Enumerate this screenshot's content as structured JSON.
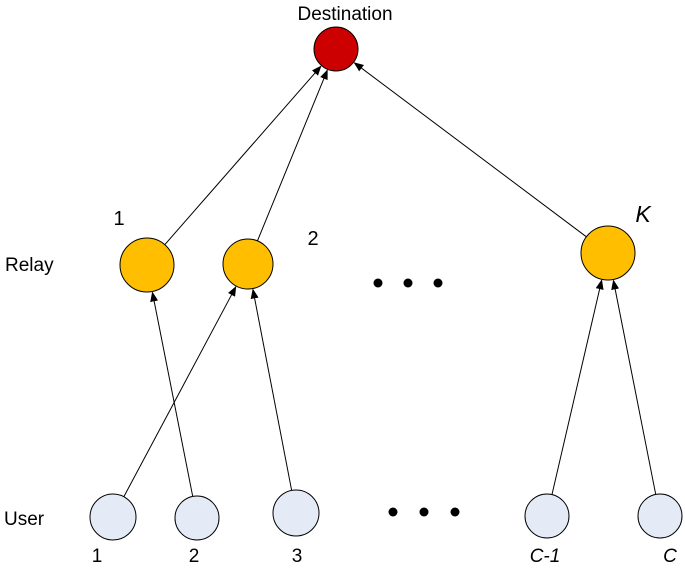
{
  "destination": {
    "label": "Destination",
    "color": "#cc0000"
  },
  "row_labels": {
    "relay": "Relay",
    "user": "User"
  },
  "relays": {
    "color": "#ffbf00",
    "items": [
      {
        "id": "r1",
        "label": "1",
        "italic": false
      },
      {
        "id": "r2",
        "label": "2",
        "italic": false
      },
      {
        "id": "rK",
        "label": "K",
        "italic": true
      }
    ]
  },
  "users": {
    "color": "#e4ebf6",
    "items": [
      {
        "id": "u1",
        "label": "1",
        "italic": false
      },
      {
        "id": "u2",
        "label": "2",
        "italic": false
      },
      {
        "id": "u3",
        "label": "3",
        "italic": false
      },
      {
        "id": "uC1",
        "label": "C-1",
        "italic": true
      },
      {
        "id": "uC",
        "label": "C",
        "italic": true
      }
    ]
  },
  "edges": [
    {
      "from": "u1",
      "to": "r2"
    },
    {
      "from": "u2",
      "to": "r1"
    },
    {
      "from": "u3",
      "to": "r2"
    },
    {
      "from": "uC1",
      "to": "rK"
    },
    {
      "from": "uC",
      "to": "rK"
    },
    {
      "from": "r1",
      "to": "dest"
    },
    {
      "from": "r2",
      "to": "dest"
    },
    {
      "from": "rK",
      "to": "dest"
    }
  ],
  "ellipsis_icons": [
    "ellipsis-icon",
    "ellipsis-icon"
  ]
}
